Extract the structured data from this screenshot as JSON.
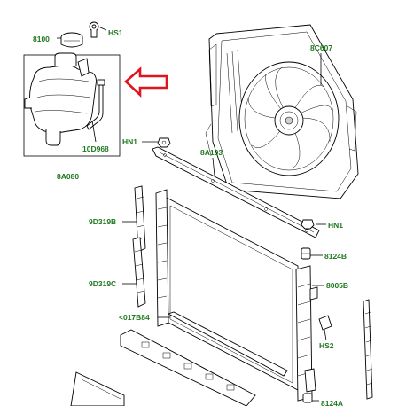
{
  "labels": {
    "cap": "8100",
    "hose_clip_top": "HS1",
    "fan_shroud": "8C607",
    "nut_left": "HN1",
    "bracket_top": "8A193",
    "tank_sensor": "10D968",
    "expansion_tank": "8A080",
    "seal_upper": "9D319B",
    "nut_right": "HN1",
    "grommet": "8124B",
    "seal_lower": "9D319C",
    "radiator": "8005B",
    "seal_bottom": "<017B84",
    "hose_clip_bottom": "HS2",
    "grommet_bottom": "8124A"
  },
  "colors": {
    "label": "#1f7a1f",
    "arrow": "#e0141e",
    "line": "#000000"
  }
}
